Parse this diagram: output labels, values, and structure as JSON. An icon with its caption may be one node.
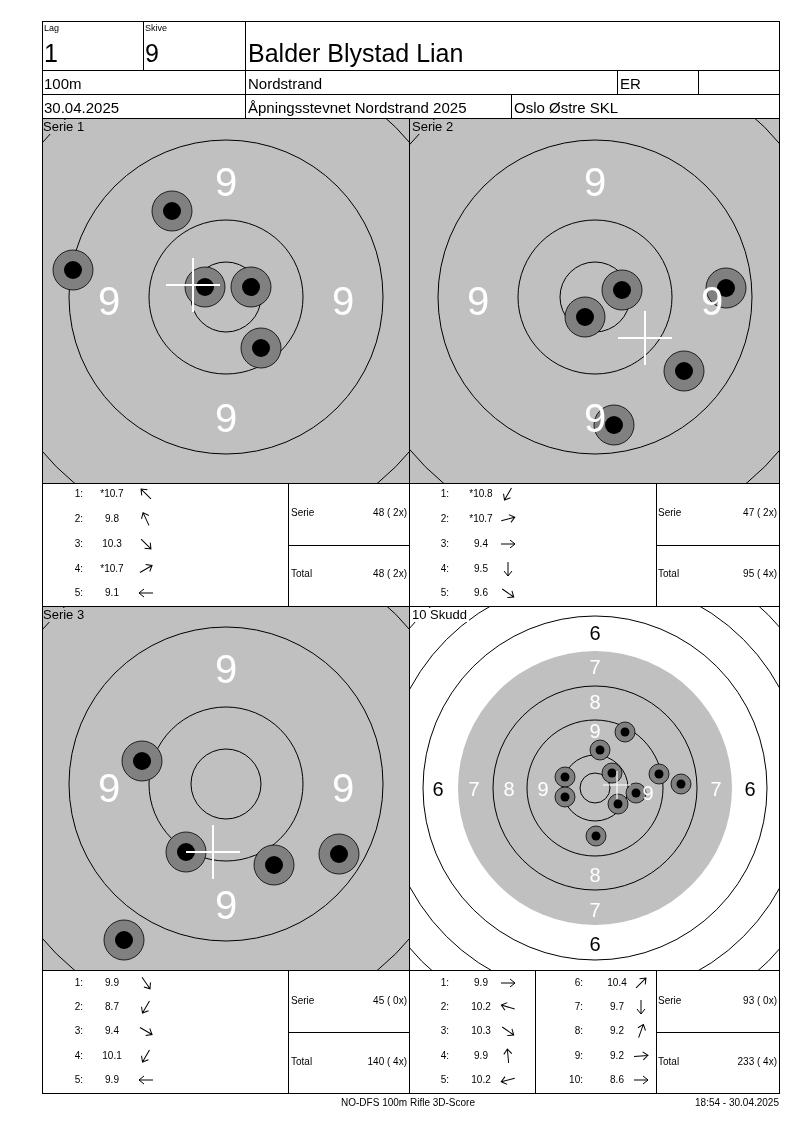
{
  "diagram": {
    "labels": [
      "Lag",
      "1",
      "Skive",
      "9",
      "Balder Blystad Lian",
      "100m",
      "Nordstrand",
      "ER",
      "30.04.2025",
      "Åpningsstevnet Nordstrand 2025",
      "Oslo Østre SKL",
      "Serie 1",
      "9",
      "9",
      "9",
      "9",
      "Serie 2",
      "9",
      "9",
      "9",
      "9",
      "1:",
      "*10.7",
      "2:",
      "9.8",
      "3:",
      "10.3",
      "4:",
      "*10.7",
      "5:",
      "9.1",
      "Serie",
      "48 ( 2x)",
      "Total",
      "48 ( 2x)",
      "1:",
      "*10.8",
      "2:",
      "*10.7",
      "3:",
      "9.4",
      "4:",
      "9.5",
      "5:",
      "9.6",
      "Serie",
      "47 ( 2x)",
      "Total",
      "95 ( 4x)",
      "Serie 3",
      "9",
      "9",
      "9",
      "9",
      "10 Skudd",
      "6",
      "7",
      "8",
      "9",
      "6",
      "7",
      "8",
      "9",
      "9",
      "7",
      "6",
      "8",
      "7",
      "6",
      "1:",
      "9.9",
      "2:",
      "8.7",
      "3:",
      "9.4",
      "4:",
      "10.1",
      "5:",
      "9.9",
      "Serie",
      "45 ( 0x)",
      "Total",
      "140 ( 4x)",
      "1:",
      "9.9",
      "2:",
      "10.2",
      "3:",
      "10.3",
      "4:",
      "9.9",
      "5:",
      "10.2",
      "6:",
      "10.4",
      "7:",
      "9.7",
      "8:",
      "9.2",
      "9:",
      "9.2",
      "10:",
      "8.6",
      "Serie",
      "93 ( 0x)",
      "Total",
      "233 ( 4x)",
      "NO-DFS 100m Rifle 3D-Score",
      "18:54 - 30.04.2025"
    ]
  }
}
